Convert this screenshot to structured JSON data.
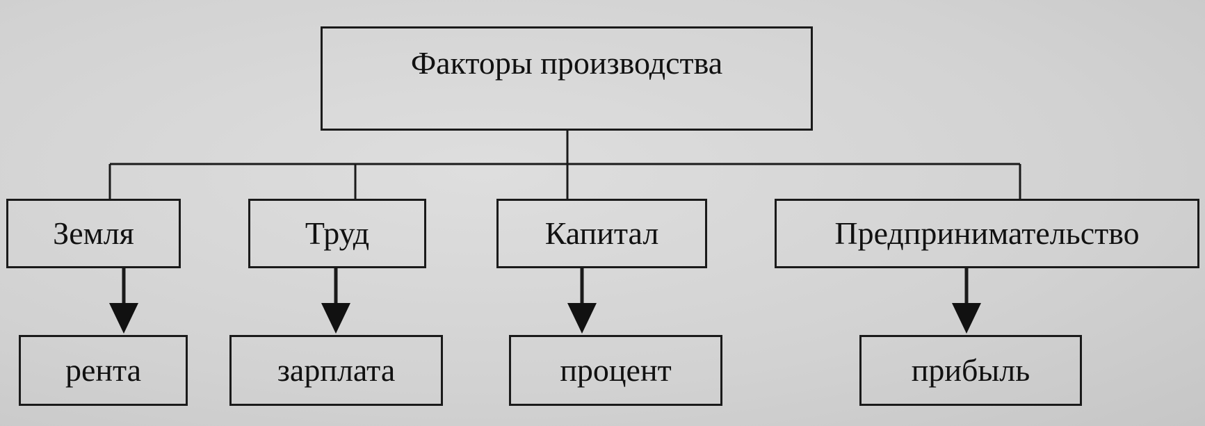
{
  "diagram": {
    "root": {
      "label": "Факторы производства"
    },
    "factors": [
      {
        "label": "Земля",
        "income": "рента"
      },
      {
        "label": "Труд",
        "income": "зарплата"
      },
      {
        "label": "Капитал",
        "income": "процент"
      },
      {
        "label": "Предпринимательство",
        "income": "прибыль"
      }
    ],
    "colors": {
      "line": "#1a1a1a",
      "background": "#d4d4d4"
    }
  }
}
